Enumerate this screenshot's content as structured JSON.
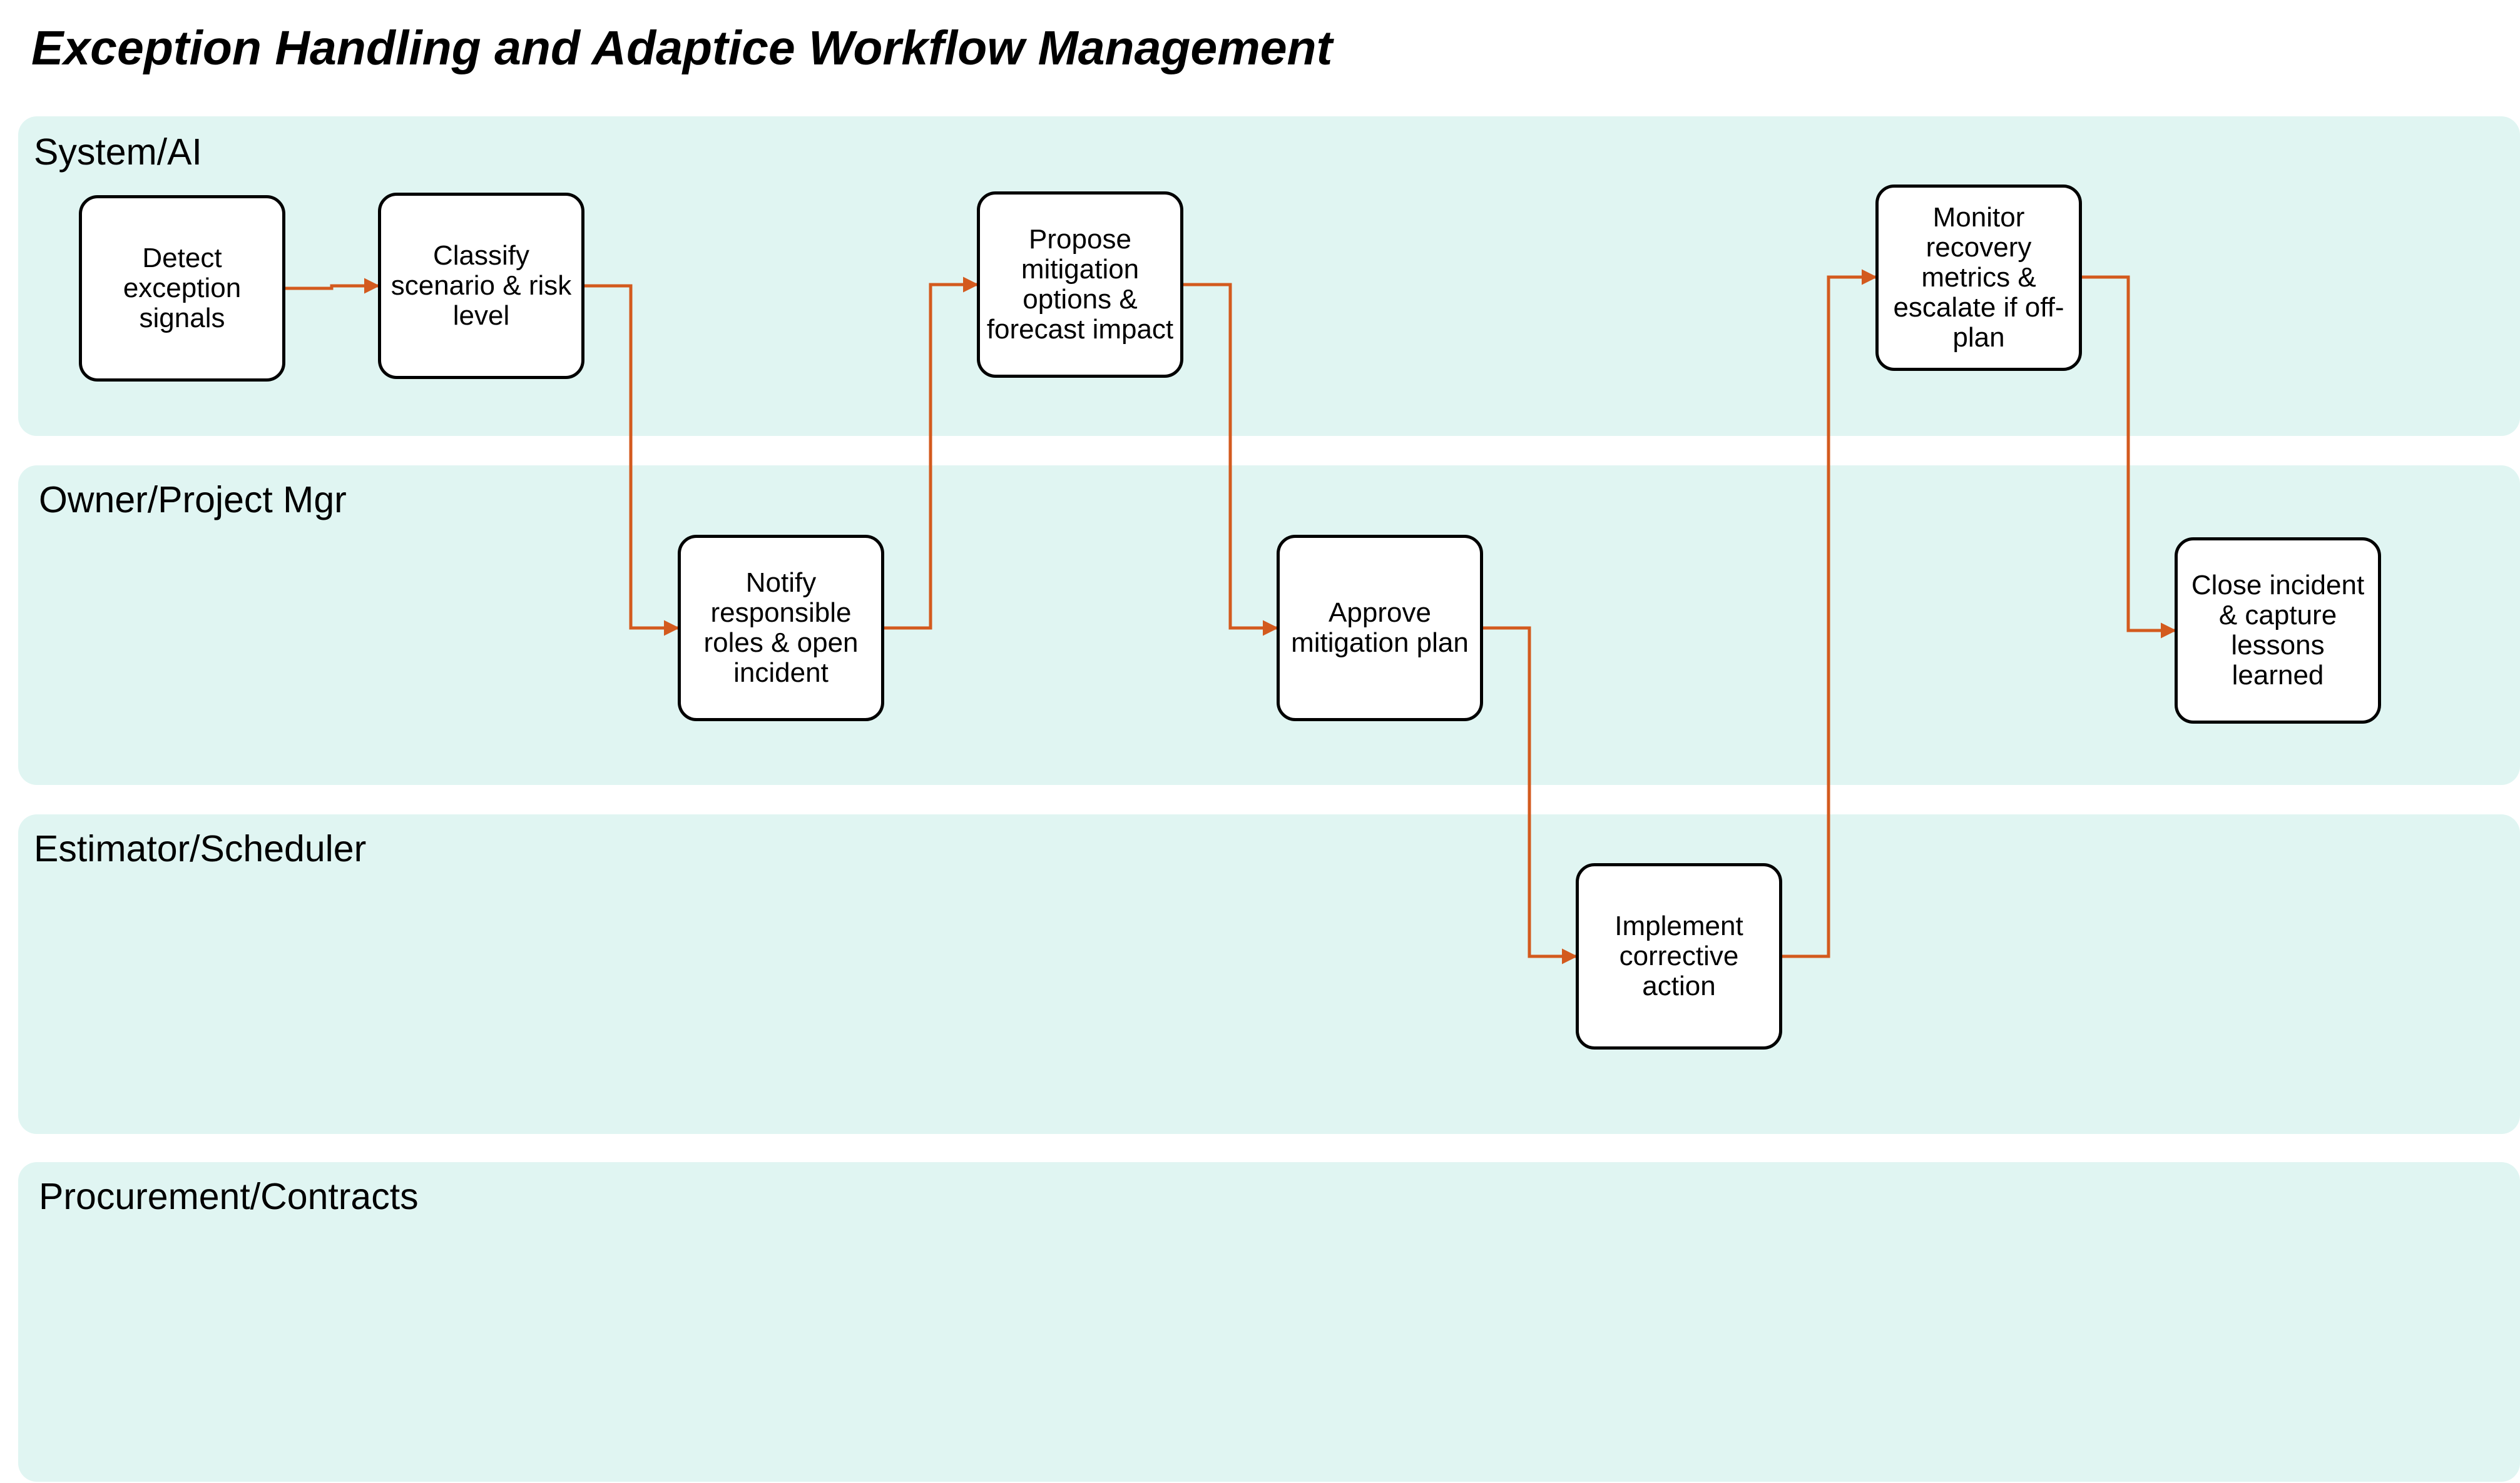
{
  "title": "Exception Handling and Adaptice Workflow Management",
  "colors": {
    "lane_fill": "#e0f5f2",
    "connector": "#d35a1e",
    "box_border": "#000000",
    "box_fill": "#ffffff"
  },
  "lanes": [
    {
      "label": "System/AI"
    },
    {
      "label": "Owner/Project Mgr"
    },
    {
      "label": "Estimator/Scheduler"
    },
    {
      "label": "Procurement/Contracts"
    }
  ],
  "steps": [
    {
      "label": "Detect exception signals",
      "lane": "System/AI"
    },
    {
      "label": "Classify scenario & risk level",
      "lane": "System/AI"
    },
    {
      "label": "Notify responsible roles & open incident",
      "lane": "Owner/Project Mgr"
    },
    {
      "label": "Propose mitigation options & forecast impact",
      "lane": "System/AI"
    },
    {
      "label": "Approve mitigation plan",
      "lane": "Owner/Project Mgr"
    },
    {
      "label": "Implement corrective action",
      "lane": "Estimator/Scheduler"
    },
    {
      "label": "Monitor recovery metrics & escalate if off-plan",
      "lane": "System/AI"
    },
    {
      "label": "Close incident & capture lessons learned",
      "lane": "Owner/Project Mgr"
    }
  ],
  "flow": [
    [
      "Detect exception signals",
      "Classify scenario & risk level"
    ],
    [
      "Classify scenario & risk level",
      "Notify responsible roles & open incident"
    ],
    [
      "Notify responsible roles & open incident",
      "Propose mitigation options & forecast impact"
    ],
    [
      "Propose mitigation options & forecast impact",
      "Approve mitigation plan"
    ],
    [
      "Approve mitigation plan",
      "Implement corrective action"
    ],
    [
      "Implement corrective action",
      "Monitor recovery metrics & escalate if off-plan"
    ],
    [
      "Monitor recovery metrics & escalate if off-plan",
      "Close incident & capture lessons learned"
    ]
  ]
}
